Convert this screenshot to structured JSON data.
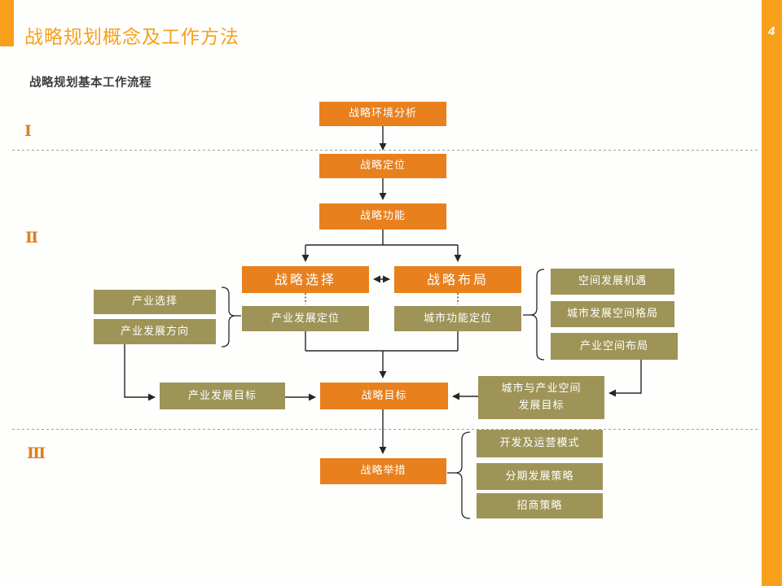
{
  "page": {
    "title": "战略规划概念及工作方法",
    "subtitle": "战略规划基本工作流程",
    "number": "4"
  },
  "phases": [
    {
      "numeral": "Ⅰ"
    },
    {
      "numeral": "Ⅱ"
    },
    {
      "numeral": "Ⅲ"
    }
  ],
  "colors": {
    "accent_orange": "#F9A01B",
    "node_orange": "#E8801E",
    "node_olive": "#9E9458",
    "connector": "#262626"
  },
  "nodes": {
    "env": {
      "label": "战略环境分析"
    },
    "positioning": {
      "label": "战略定位"
    },
    "function": {
      "label": "战略功能"
    },
    "choice": {
      "label": "战略选择"
    },
    "layout": {
      "label": "战略布局"
    },
    "industry_dev_pos": {
      "label": "产业发展定位"
    },
    "city_func_pos": {
      "label": "城市功能定位"
    },
    "industry_choice": {
      "label": "产业选择"
    },
    "industry_dev_dir": {
      "label": "产业发展方向"
    },
    "space_opportunity": {
      "label": "空间发展机遇"
    },
    "city_space_pattern": {
      "label": "城市发展空间格局"
    },
    "industry_space_layout": {
      "label": "产业空间布局"
    },
    "industry_dev_goal": {
      "label": "产业发展目标"
    },
    "strategy_goal": {
      "label": "战略目标"
    },
    "city_industry_space_goal": {
      "label": "城市与产业空间发展目标"
    },
    "strategy_measures": {
      "label": "战略举措"
    },
    "dev_operation_model": {
      "label": "开发及运营模式"
    },
    "phased_dev_strategy": {
      "label": "分期发展策略"
    },
    "investment_strategy": {
      "label": "招商策略"
    }
  }
}
